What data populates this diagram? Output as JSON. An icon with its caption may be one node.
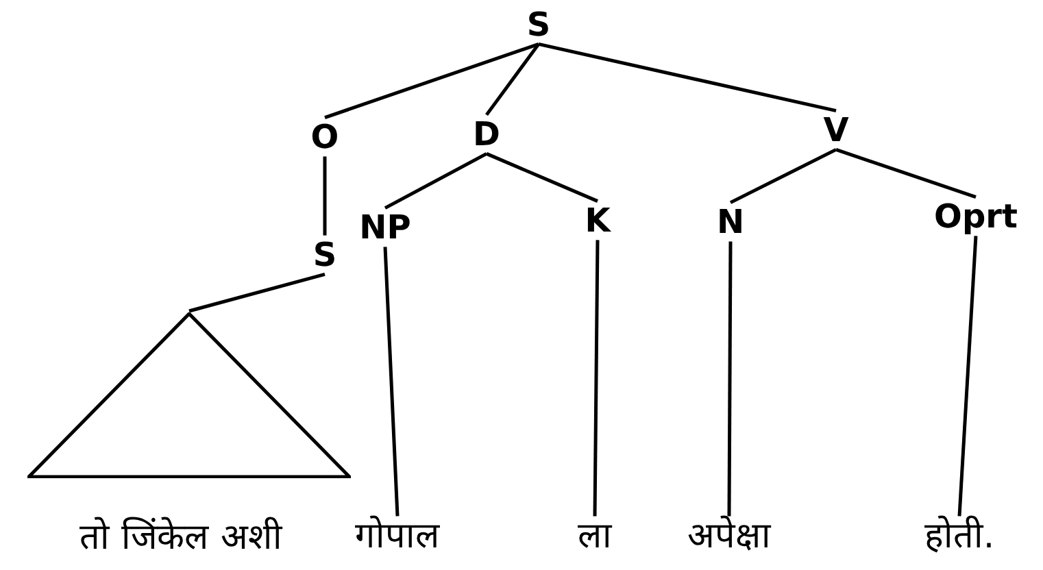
{
  "diagram": {
    "nodes": [
      {
        "text": [
          "S"
        ]
      },
      {
        "text": [
          "O"
        ]
      },
      {
        "text": [
          "D"
        ]
      },
      {
        "text": [
          "V"
        ]
      },
      {
        "text": [
          "S"
        ]
      },
      {
        "text": [
          "NP"
        ]
      },
      {
        "text": [
          "K"
        ]
      },
      {
        "text": [
          "N"
        ]
      },
      {
        "text": [
          "Oprt"
        ]
      },
      {
        "text": [],
        "shape": "triangle",
        "beside": [
          "तो जिंकेल अशी"
        ]
      },
      {
        "text": [
          "गोपाल"
        ]
      },
      {
        "text": [
          "ला"
        ]
      },
      {
        "text": [
          "अपेक्षा"
        ]
      },
      {
        "text": [
          "होती."
        ]
      }
    ],
    "edges": [
      {
        "from": 0,
        "to": 1,
        "arrow": "none"
      },
      {
        "from": 0,
        "to": 2,
        "arrow": "none"
      },
      {
        "from": 0,
        "to": 3,
        "arrow": "none"
      },
      {
        "from": 1,
        "to": 4,
        "arrow": "none"
      },
      {
        "from": 4,
        "to": 9,
        "arrow": "none"
      },
      {
        "from": 2,
        "to": 5,
        "arrow": "none"
      },
      {
        "from": 2,
        "to": 6,
        "arrow": "none"
      },
      {
        "from": 3,
        "to": 7,
        "arrow": "none"
      },
      {
        "from": 3,
        "to": 8,
        "arrow": "none"
      },
      {
        "from": 5,
        "to": 10,
        "arrow": "none"
      },
      {
        "from": 6,
        "to": 11,
        "arrow": "none"
      },
      {
        "from": 7,
        "to": 12,
        "arrow": "none"
      },
      {
        "from": 8,
        "to": 13,
        "arrow": "none"
      }
    ]
  }
}
